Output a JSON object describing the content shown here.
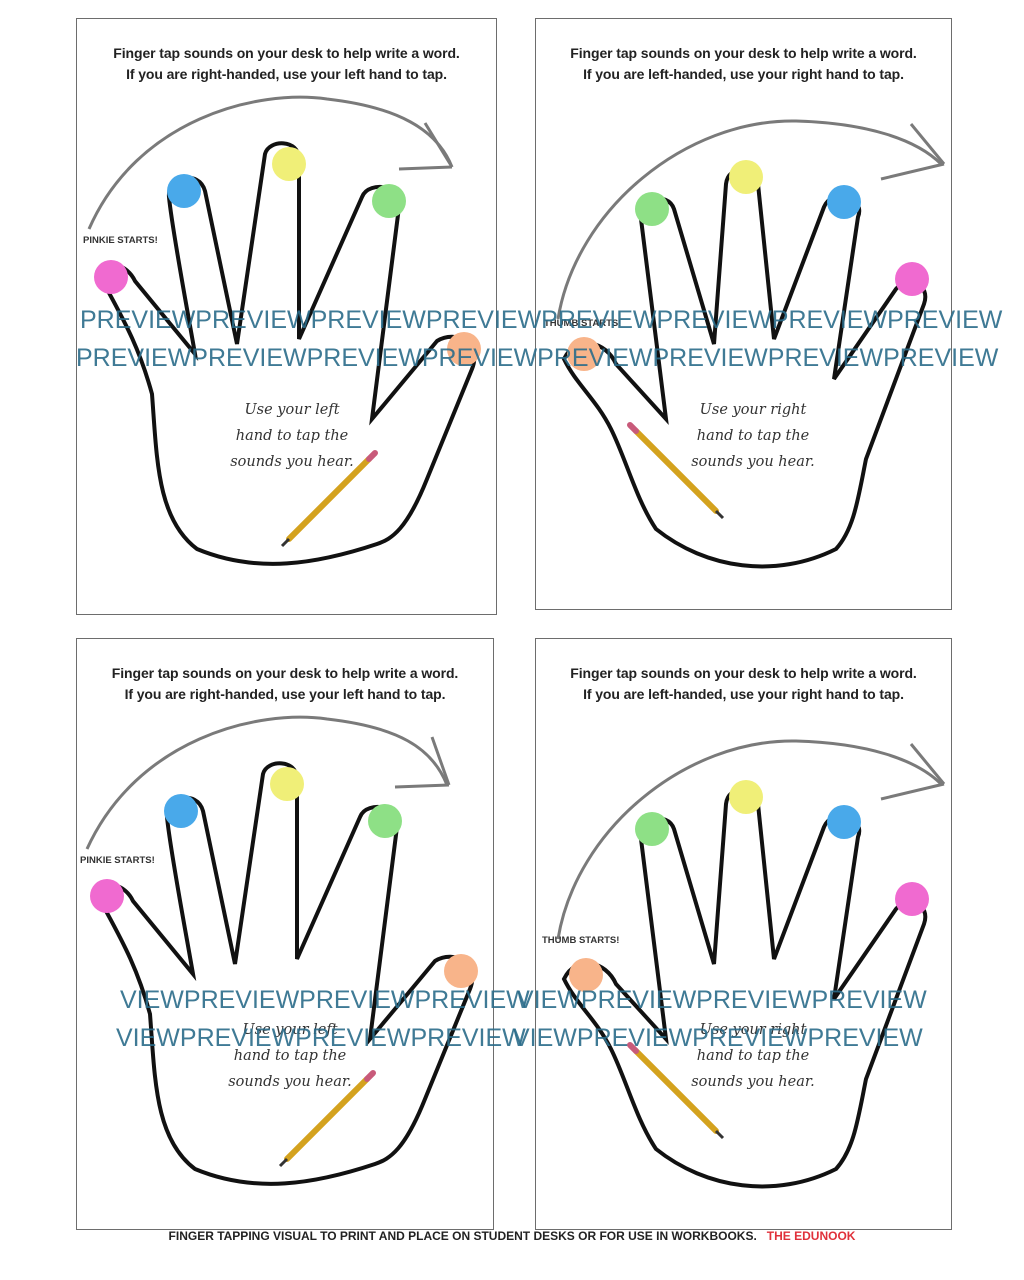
{
  "cards": [
    {
      "line1": "Finger tap sounds on your desk to help write a word.",
      "line2": "If you are right-handed, use your left hand to tap.",
      "start_label": "PINKIE STARTS!",
      "hint1": "Use your left",
      "hint2": "hand to tap the",
      "hint3": "sounds you hear."
    },
    {
      "line1": "Finger tap sounds on your desk to help write a word.",
      "line2": "If you are left-handed, use your right hand to tap.",
      "start_label": "THUMB STARTS!",
      "hint1": "Use your right",
      "hint2": "hand to tap the",
      "hint3": "sounds you hear."
    },
    {
      "line1": "Finger tap sounds on your desk to help write a word.",
      "line2": "If you are right-handed, use your left hand to tap.",
      "start_label": "PINKIE STARTS!",
      "hint1": "Use your left",
      "hint2": "hand to tap the",
      "hint3": "sounds you hear."
    },
    {
      "line1": "Finger tap sounds on your desk to help write a word.",
      "line2": "If you are left-handed, use your right hand to tap.",
      "start_label": "THUMB STARTS!",
      "hint1": "Use your right",
      "hint2": "hand to tap the",
      "hint3": "sounds you hear."
    }
  ],
  "dot_colors": {
    "pinkie": "#f06ad0",
    "ring": "#49a9ea",
    "middle": "#f0ef78",
    "index": "#8ee086",
    "thumb": "#f8b48a"
  },
  "watermark": {
    "top_row1": "PREVIEWPREVIEWPREVIEWPREVIEWPREVIEWPREVIEWPREVIEWPREVIEW",
    "top_row2": "PREVIEWPREVIEWPREVIEWPREVIEWPREVIEWPREVIEWPREVIEWPREVIEW",
    "bottom_row1_left": "VIEWPREVIEWPREVIEWPREVIEW",
    "bottom_row1_right": "VIEWPREVIEWPREVIEWPREVIEW",
    "bottom_row2_left": "VIEWPREVIEWPREVIEWPREVIEW",
    "bottom_row2_right": "VIEWPREVIEWPREVIEWPREVIEW"
  },
  "footer": {
    "text": "FINGER TAPPING VISUAL TO PRINT AND PLACE ON STUDENT DESKS OR FOR USE IN WORKBOOKS.",
    "brand": "THE EDUNOOK"
  }
}
